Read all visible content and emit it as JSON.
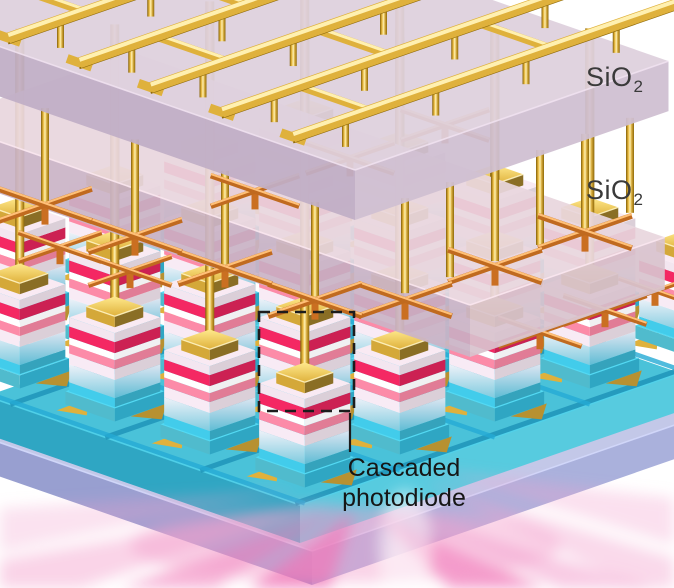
{
  "figure": {
    "labels": {
      "sio2_top": {
        "base": "SiO",
        "sub": "2"
      },
      "sio2_middle": {
        "base": "SiO",
        "sub": "2"
      },
      "callout": {
        "line1": "Cascaded",
        "line2": "photodiode"
      }
    },
    "colors": {
      "background": "#ffffff",
      "gold": "#dfb13c",
      "gold_light": "#fff0b0",
      "gold_dark": "#8f6a0a",
      "copper": "#c06a1f",
      "copper_light": "#ffc077",
      "slab_top": "#ded0dd",
      "slab_front": "#cfbfd1",
      "slab_side": "#c0aec6",
      "slab2_top": "#e8d6de",
      "slab2_front": "#d8c3ce",
      "slab2_side": "#cab4c6",
      "cyan_top": "#4ac2d9",
      "cyan_front": "#57cbdf",
      "cyan_side": "#2fa6c3",
      "groove": "#1f94b8",
      "base_top": "#c3c8e8",
      "base_front": "#aab1dc",
      "base_side": "#989fd0",
      "mesa_crimson": "#e8265e",
      "mesa_pink": "#f587a3",
      "mesa_white": "#fdfdff",
      "mesa_pale": "#f3e6f0",
      "mesa_top": "#f9eaf3",
      "mesa_cyan": "#3cb9d6",
      "ray_pink": "#f3a0cd",
      "ray_magenta": "#ee56a7",
      "label_color": "#3a3a3a",
      "callout_color": "#161616"
    }
  }
}
